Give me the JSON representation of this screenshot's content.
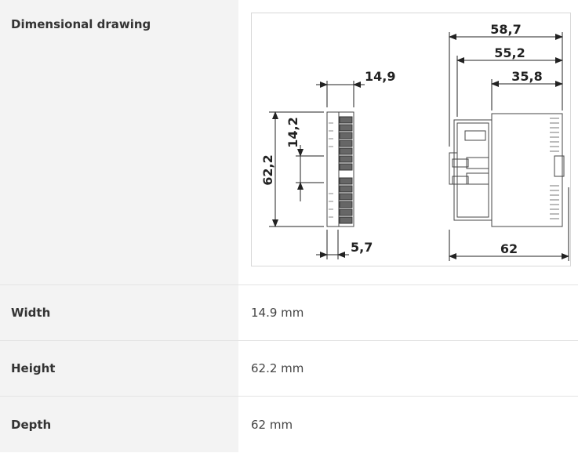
{
  "drawing": {
    "label": "Dimensional drawing",
    "dimensions": {
      "width_top": "14,9",
      "height_left": "62,2",
      "inner_height": "14,2",
      "bottom_small": "5,7",
      "depth_overall": "58,7",
      "depth_mid": "55,2",
      "depth_short": "35,8",
      "depth_bottom": "62"
    }
  },
  "specs": [
    {
      "label": "Width",
      "value": "14.9 mm"
    },
    {
      "label": "Height",
      "value": "62.2 mm"
    },
    {
      "label": "Depth",
      "value": "62 mm"
    }
  ]
}
